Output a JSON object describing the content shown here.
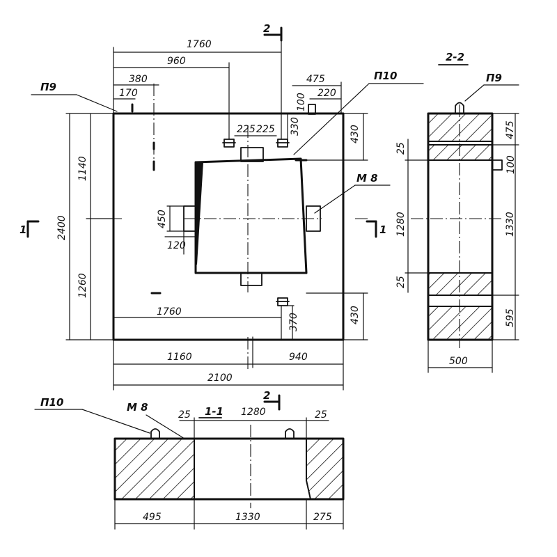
{
  "plan": {
    "dim_top_1760": "1760",
    "dim_960": "960",
    "dim_380": "380",
    "dim_170": "170",
    "dim_475": "475",
    "dim_220": "220",
    "dim_100": "100",
    "dim_225a": "225",
    "dim_225b": "225",
    "dim_330": "330",
    "dim_430_top": "430",
    "dim_430_bot": "430",
    "dim_1140": "1140",
    "dim_1260": "1260",
    "dim_2400": "2400",
    "dim_450": "450",
    "dim_120": "120",
    "dim_1760_bot": "1760",
    "dim_370": "370",
    "dim_1160": "1160",
    "dim_940": "940",
    "dim_2100": "2100",
    "label_p9": "П9",
    "label_p10": "П10",
    "label_m8": "М 8",
    "section_1_left": "1",
    "section_1_right": "1",
    "section_2_top": "2",
    "section_2_bottom": "2"
  },
  "section_2_2": {
    "title": "2-2",
    "label_p9": "П9",
    "dim_475": "475",
    "dim_25_top": "25",
    "dim_100": "100",
    "dim_1280": "1280",
    "dim_1330": "1330",
    "dim_25_bot": "25",
    "dim_595": "595",
    "dim_500": "500"
  },
  "section_1_1": {
    "title": "1-1",
    "label_p10": "П10",
    "label_m8": "М 8",
    "dim_25_left": "25",
    "dim_1280": "1280",
    "dim_25_right": "25",
    "dim_495": "495",
    "dim_1330": "1330",
    "dim_275": "275"
  }
}
